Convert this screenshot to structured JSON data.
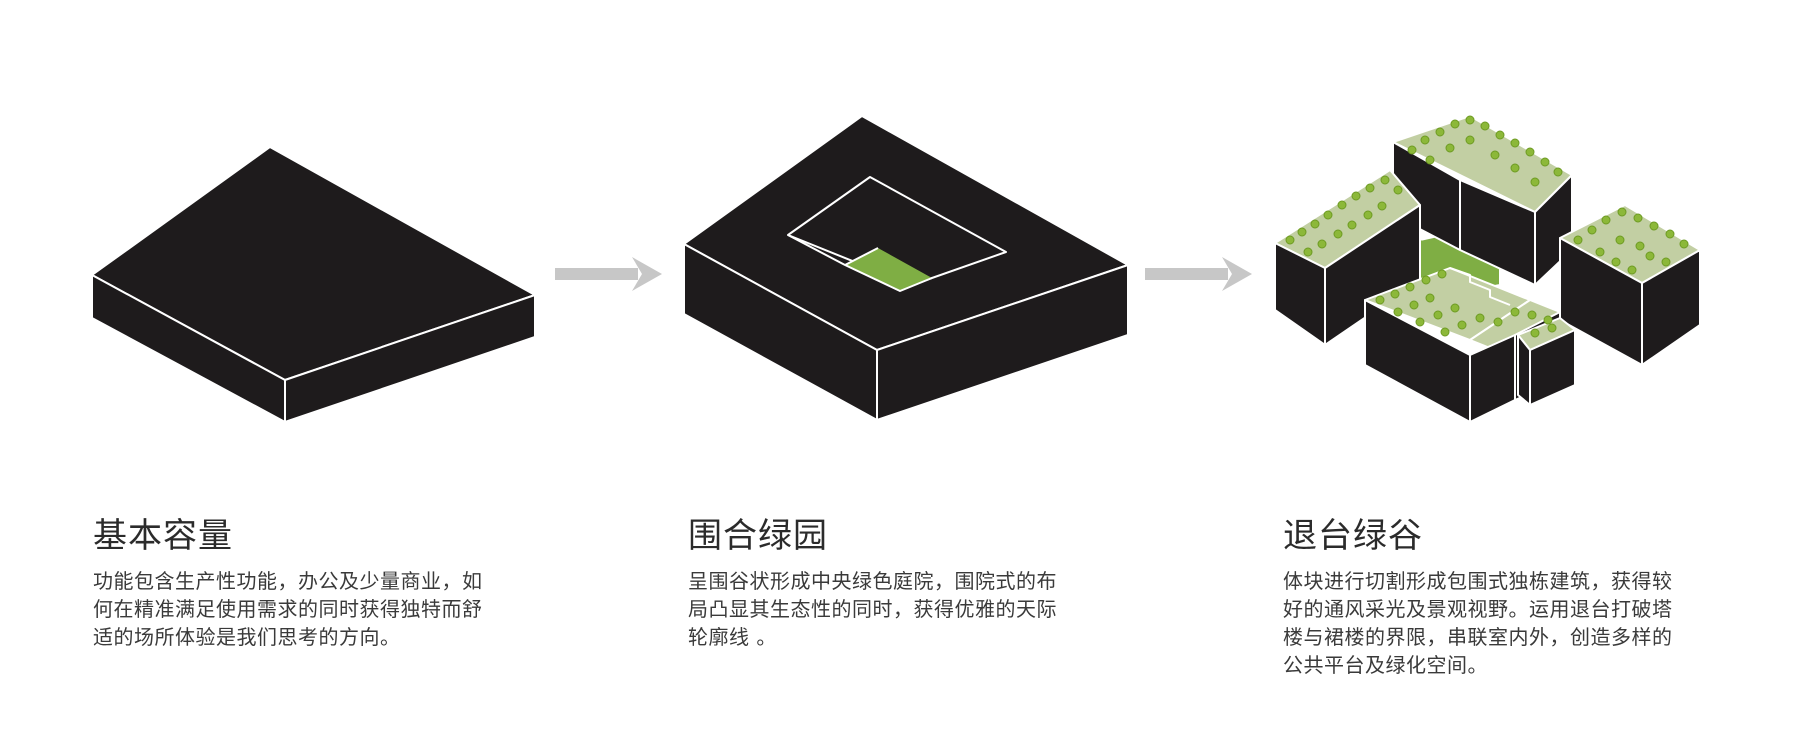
{
  "colors": {
    "block": "#1e1b1c",
    "edge": "#ffffff",
    "green_courtyard": "#7fae44",
    "green_roof": "#c2cfa3",
    "tree": "#8cb839",
    "arrow": "#c7c7c7"
  },
  "icons": [
    "arrow-right-icon",
    "arrow-right-icon"
  ],
  "steps": [
    {
      "title": "基本容量",
      "body": "功能包含生产性功能，办公及少量商业，如何在精准满足使用需求的同时获得独特而舒适的场所体验是我们思考的方向。"
    },
    {
      "title": "围合绿园",
      "body": "呈围谷状形成中央绿色庭院，围院式的布局凸显其生态性的同时，获得优雅的天际轮廓线 。"
    },
    {
      "title": "退台绿谷",
      "body": "体块进行切割形成包围式独栋建筑，获得较好的通风采光及景观视野。运用退台打破塔楼与裙楼的界限，串联室内外，创造多样的公共平台及绿化空间。"
    }
  ]
}
